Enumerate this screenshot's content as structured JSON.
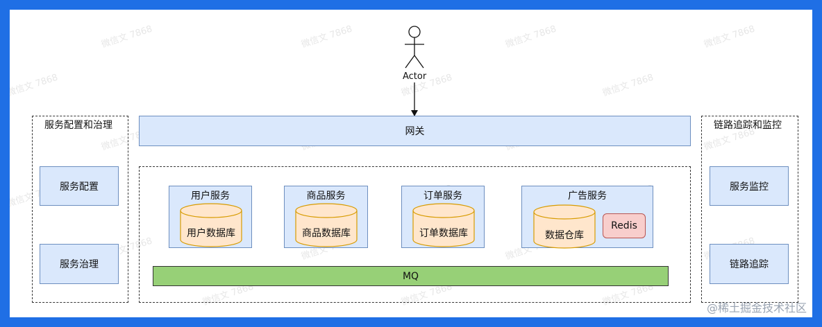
{
  "actor": {
    "label": "Actor"
  },
  "gateway": {
    "label": "网关"
  },
  "left_panel": {
    "title": "服务配置和治理",
    "items": [
      {
        "label": "服务配置"
      },
      {
        "label": "服务治理"
      }
    ]
  },
  "right_panel": {
    "title": "链路追踪和监控",
    "items": [
      {
        "label": "服务监控"
      },
      {
        "label": "链路追踪"
      }
    ]
  },
  "services": [
    {
      "title": "用户服务",
      "db": "用户数据库"
    },
    {
      "title": "商品服务",
      "db": "商品数据库"
    },
    {
      "title": "订单服务",
      "db": "订单数据库"
    },
    {
      "title": "广告服务",
      "db": "数据仓库",
      "cache": "Redis"
    }
  ],
  "mq": {
    "label": "MQ"
  },
  "watermark": {
    "text": "微信文 7868"
  },
  "credit": {
    "text": "@稀土掘金技术社区"
  },
  "colors": {
    "frame": "#1f6fe5",
    "box_fill": "#dae8fc",
    "box_stroke": "#6c8ebf",
    "db_fill": "#ffe6cc",
    "db_stroke": "#d79b00",
    "redis_fill": "#f8cecc",
    "mq_fill": "#97d077"
  }
}
